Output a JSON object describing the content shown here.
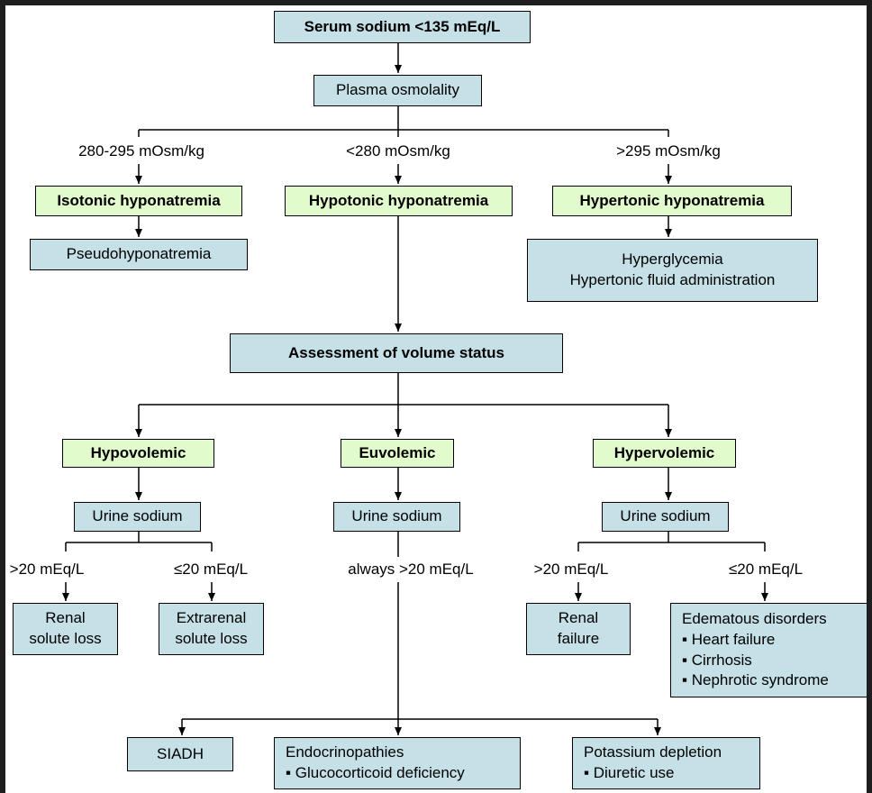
{
  "start": "Serum sodium <135 mEq/L",
  "plasma_osmolality": "Plasma osmolality",
  "branch_labels": {
    "isotonic_range": "280-295 mOsm/kg",
    "hypotonic_range": "<280 mOsm/kg",
    "hypertonic_range": ">295 mOsm/kg"
  },
  "categories": {
    "isotonic": "Isotonic hyponatremia",
    "hypotonic": "Hypotonic hyponatremia",
    "hypertonic": "Hypertonic hyponatremia"
  },
  "pseudohyponatremia": "Pseudohyponatremia",
  "hypertonic_causes": [
    "Hyperglycemia",
    "Hypertonic fluid administration"
  ],
  "volume_assessment": "Assessment of volume status",
  "volume_status": {
    "hypovolemic": "Hypovolemic",
    "euvolemic": "Euvolemic",
    "hypervolemic": "Hypervolemic"
  },
  "urine_sodium": "Urine sodium",
  "urine_labels": {
    "hypo_high": ">20 mEq/L",
    "hypo_low": "≤20 mEq/L",
    "eu_always": "always >20 mEq/L",
    "hyper_high": ">20 mEq/L",
    "hyper_low": "≤20 mEq/L"
  },
  "outcomes": {
    "renal_solute_loss": [
      "Renal",
      "solute loss"
    ],
    "extrarenal_solute_loss": [
      "Extrarenal",
      "solute loss"
    ],
    "renal_failure": [
      "Renal",
      "failure"
    ],
    "edematous": {
      "title": "Edematous disorders",
      "items": [
        "▪ Heart failure",
        "▪ Cirrhosis",
        "▪ Nephrotic syndrome"
      ]
    },
    "siadh": "SIADH",
    "endocrinopathies": [
      "Endocrinopathies",
      "▪ Glucocorticoid deficiency"
    ],
    "potassium_depletion": [
      "Potassium depletion",
      "▪ Diuretic use"
    ]
  }
}
